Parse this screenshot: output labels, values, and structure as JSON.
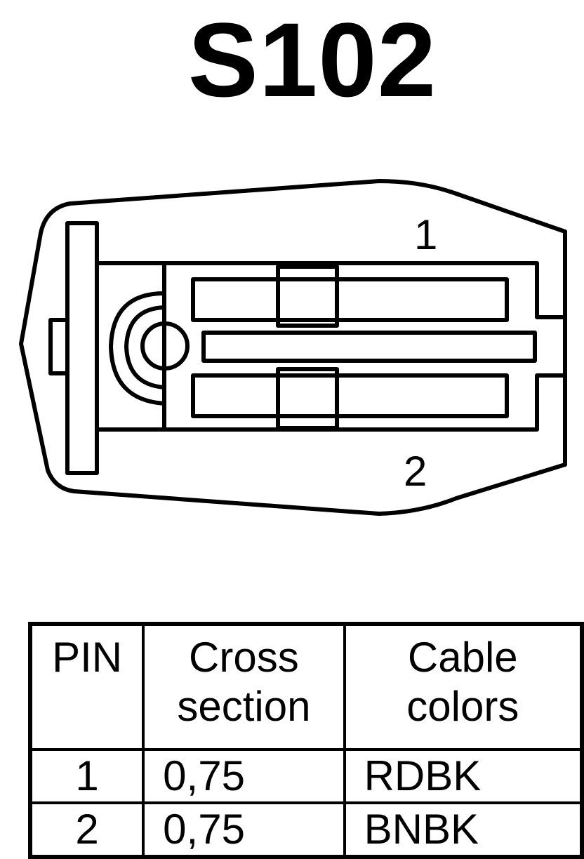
{
  "title": "S102",
  "connector": {
    "pin_labels": [
      "1",
      "2"
    ]
  },
  "table": {
    "headers": {
      "pin": "PIN",
      "cross_section": [
        "Cross",
        "section"
      ],
      "cable_colors": [
        "Cable",
        "colors"
      ]
    },
    "rows": [
      {
        "pin": "1",
        "cross_section": "0,75",
        "cable_color": "RDBK"
      },
      {
        "pin": "2",
        "cross_section": "0,75",
        "cable_color": "BNBK"
      }
    ]
  },
  "colors": {
    "line": "#000000",
    "background": "#ffffff"
  }
}
